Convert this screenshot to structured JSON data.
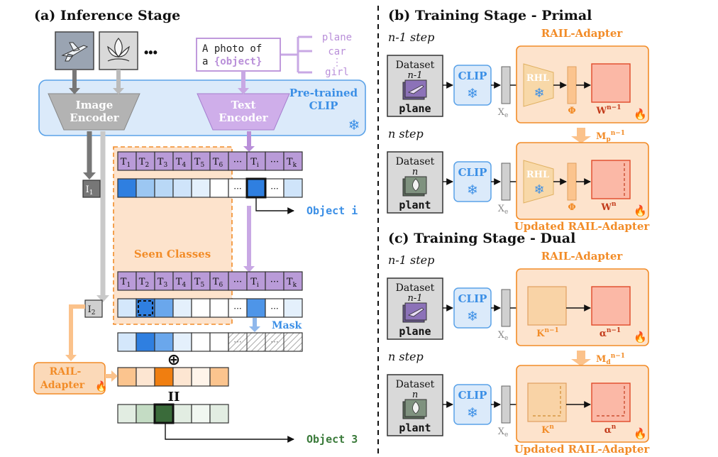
{
  "inference": {
    "title": "(a) Inference Stage",
    "ellipsis": "•••",
    "prompt_line1": "A photo of",
    "prompt_line2_a": "a ",
    "prompt_line2_b": "{object}",
    "class_list": [
      "plane",
      "car",
      "⋮",
      "girl"
    ],
    "image_encoder": [
      "Image",
      "Encoder"
    ],
    "text_encoder": [
      "Text",
      "Encoder"
    ],
    "clip_label": [
      "Pre-trained",
      "CLIP"
    ],
    "i1": "I",
    "i1_sub": "1",
    "i2": "I",
    "i2_sub": "2",
    "tokens": [
      {
        "base": "T",
        "sub": "1"
      },
      {
        "base": "T",
        "sub": "2"
      },
      {
        "base": "T",
        "sub": "3"
      },
      {
        "base": "T",
        "sub": "4"
      },
      {
        "base": "T",
        "sub": "5"
      },
      {
        "base": "T",
        "sub": "6"
      },
      {
        "base": "···",
        "sub": ""
      },
      {
        "base": "T",
        "sub": "i"
      },
      {
        "base": "···",
        "sub": ""
      },
      {
        "base": "T",
        "sub": "k"
      }
    ],
    "seen_classes": "Seen Classes",
    "object_i": "Object i",
    "mask": "Mask",
    "plus": "⊕",
    "equals": "II",
    "rail_adapter": [
      "RAIL-",
      "Adapter"
    ],
    "object_3": "Object 3",
    "colors": {
      "blue": "#3b8fe6",
      "orange": "#f28c28",
      "purple": "#b98fd9",
      "green": "#3a7a3a"
    }
  },
  "primal": {
    "title": "(b) Training Stage - Primal",
    "step1": "n-1 step",
    "step2": "n step",
    "adapter_title": "RAIL-Adapter",
    "updated_title": "Updated RAIL-Adapter",
    "dataset1": {
      "label": "Dataset",
      "sub": "n-1",
      "name": "plane"
    },
    "dataset2": {
      "label": "Dataset",
      "sub": "n",
      "name": "plant"
    },
    "clip": "CLIP",
    "xe": "X",
    "xe_sub": "e",
    "rhl": "RHL",
    "phi": "Φ",
    "w1": "W",
    "w1_sup": "n−1",
    "w2": "W",
    "w2_sup": "n",
    "mp": "M",
    "mp_sub": "p",
    "mp_sup": "n−1"
  },
  "dual": {
    "title": "(c) Training Stage - Dual",
    "step1": "n-1 step",
    "step2": "n step",
    "adapter_title": "RAIL-Adapter",
    "updated_title": "Updated RAIL-Adapter",
    "dataset1": {
      "label": "Dataset",
      "sub": "n-1",
      "name": "plane"
    },
    "dataset2": {
      "label": "Dataset",
      "sub": "n",
      "name": "plant"
    },
    "clip": "CLIP",
    "xe": "X",
    "xe_sub": "e",
    "k1": "K",
    "k1_sup": "n−1",
    "k2": "K",
    "k2_sup": "n",
    "a1": "α",
    "a1_sup": "n−1",
    "a2": "α",
    "a2_sup": "n",
    "md": "M",
    "md_sub": "d",
    "md_sup": "n−1"
  }
}
